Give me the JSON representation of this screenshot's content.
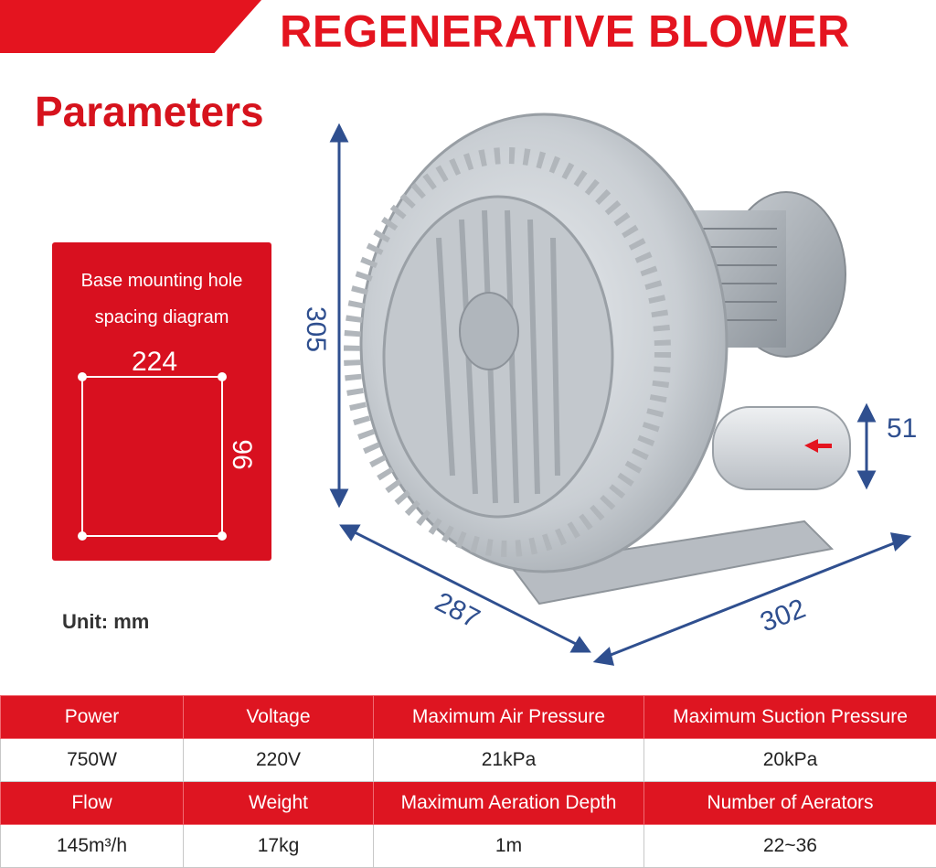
{
  "header": {
    "title": "REGENERATIVE BLOWER"
  },
  "section": {
    "title": "Parameters"
  },
  "diagram": {
    "caption_line1": "Base mounting hole",
    "caption_line2": "spacing diagram",
    "width_label": "224",
    "height_label": "96"
  },
  "unit": {
    "label": "Unit: mm"
  },
  "dimensions": {
    "height": "305",
    "depth": "287",
    "width": "302",
    "outlet": "51"
  },
  "colors": {
    "accent": "#e4141f",
    "dimension": "#2f4f8f"
  },
  "specs": {
    "row1_headers": [
      "Power",
      "Voltage",
      "Maximum Air Pressure",
      "Maximum Suction Pressure"
    ],
    "row1_values": [
      "750W",
      "220V",
      "21kPa",
      "20kPa"
    ],
    "row2_headers": [
      "Flow",
      "Weight",
      "Maximum Aeration Depth",
      "Number of Aerators"
    ],
    "row2_values": [
      "145m³/h",
      "17kg",
      "1m",
      "22~36"
    ]
  }
}
